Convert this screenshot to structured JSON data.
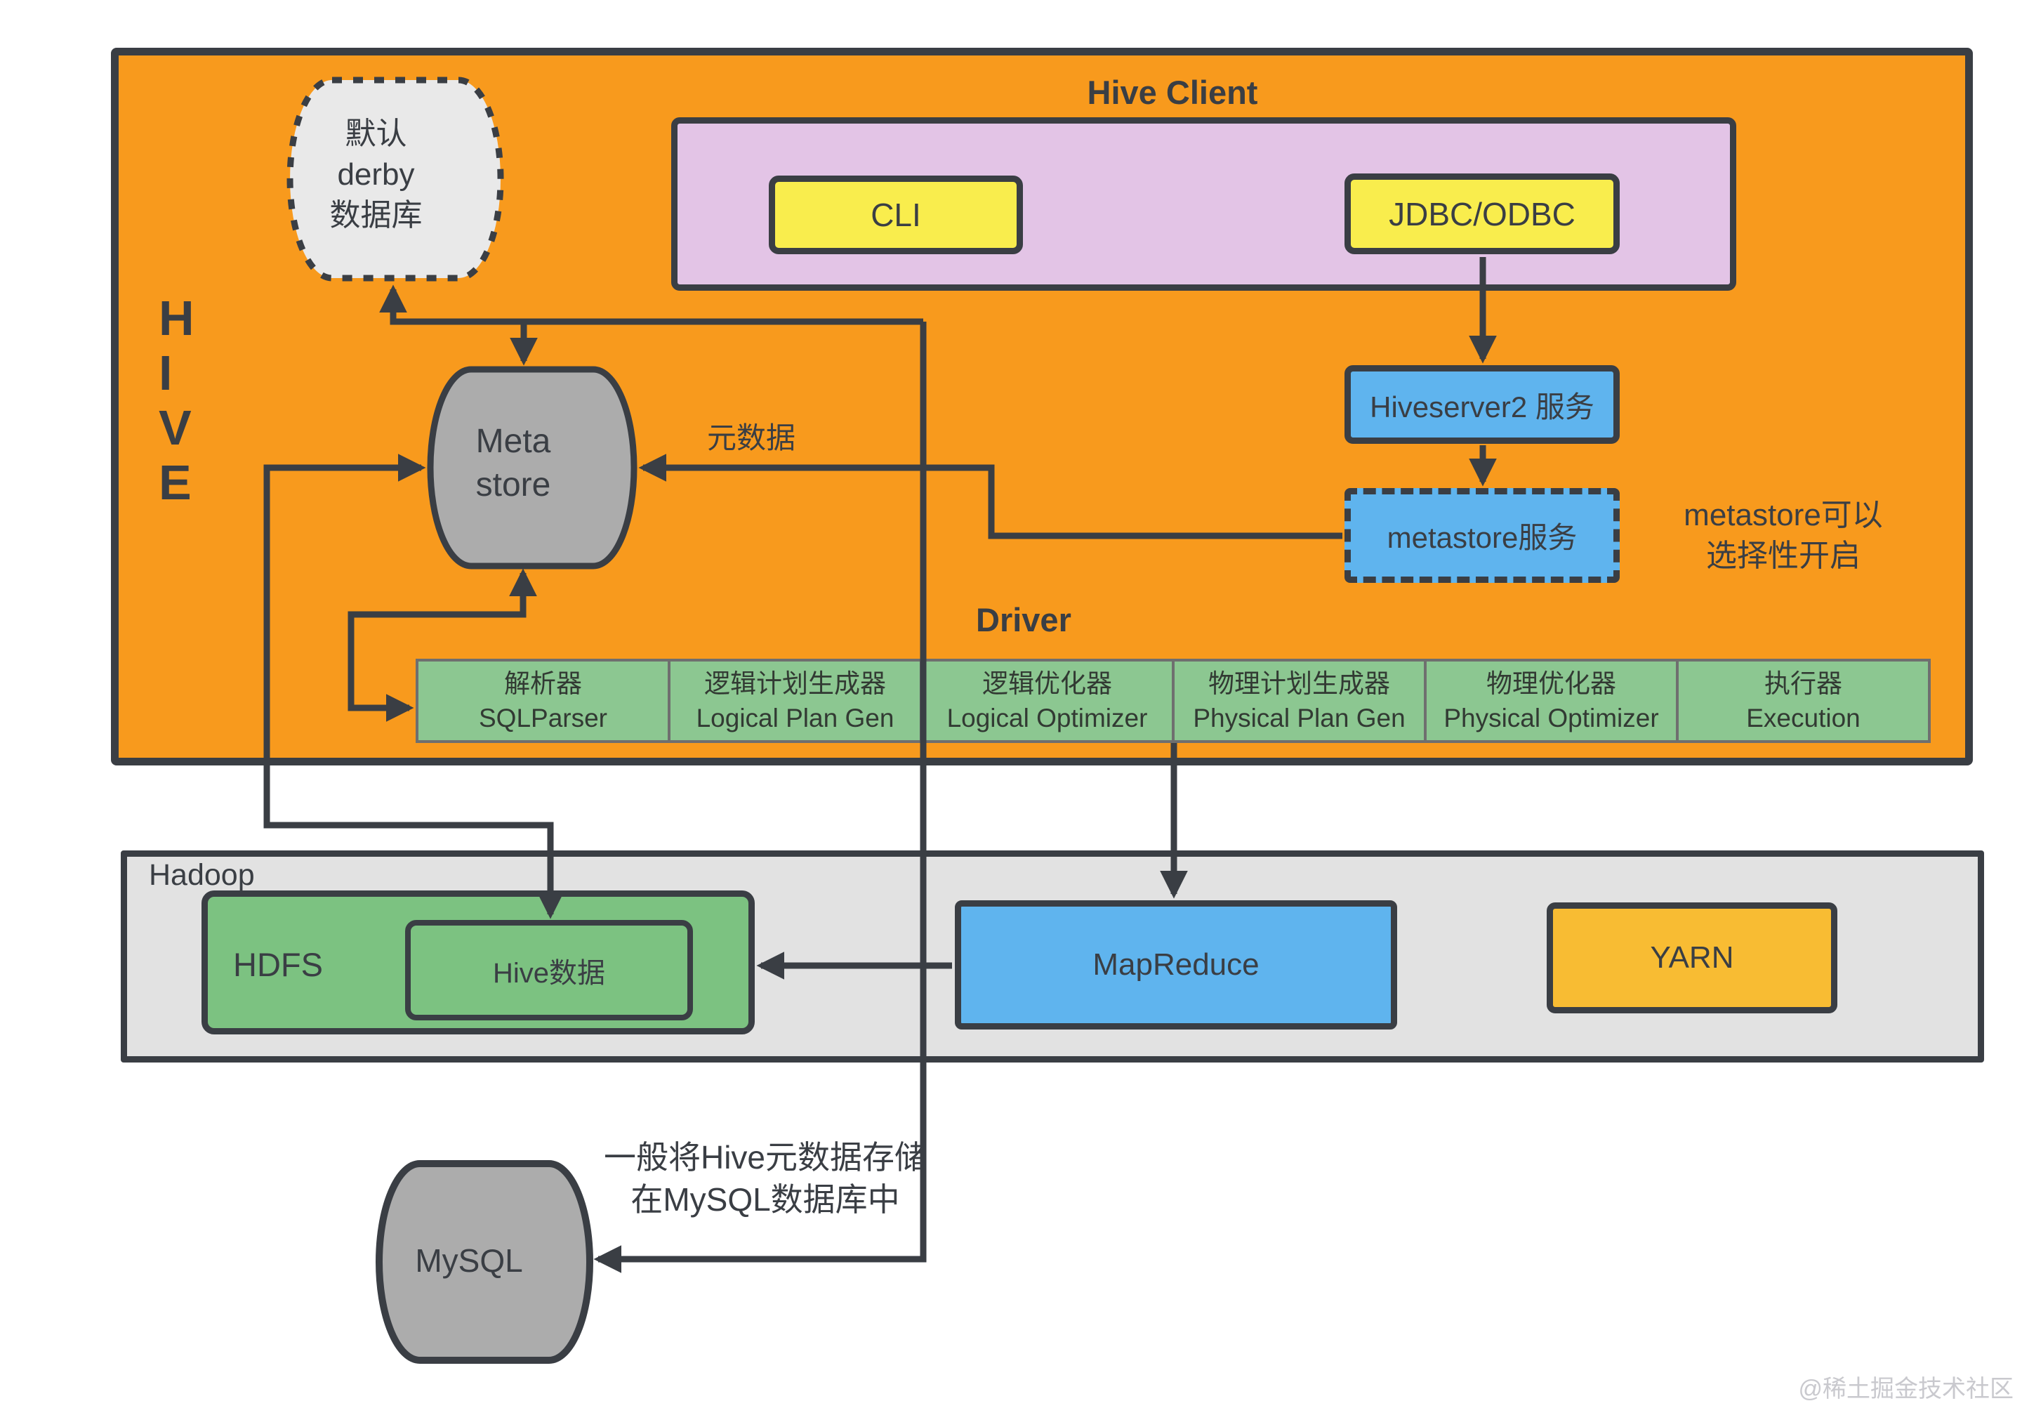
{
  "hive": {
    "title_letters": [
      "H",
      "I",
      "V",
      "E"
    ]
  },
  "derby": {
    "line1": "默认",
    "line2": "derby",
    "line3": "数据库"
  },
  "client": {
    "title": "Hive Client",
    "cli": "CLI",
    "jdbc": "JDBC/ODBC"
  },
  "metastore": {
    "line1": "Meta",
    "line2": "store"
  },
  "labels": {
    "metadata": "元数据",
    "driver": "Driver"
  },
  "services": {
    "hiveserver2": "Hiveserver2 服务",
    "metastore_service": "metastore服务",
    "note_line1": "metastore可以",
    "note_line2": "选择性开启"
  },
  "driver_cells": [
    {
      "cn": "解析器",
      "en": "SQLParser"
    },
    {
      "cn": "逻辑计划生成器",
      "en": "Logical Plan Gen"
    },
    {
      "cn": "逻辑优化器",
      "en": "Logical Optimizer"
    },
    {
      "cn": "物理计划生成器",
      "en": "Physical Plan Gen"
    },
    {
      "cn": "物理优化器",
      "en": "Physical Optimizer"
    },
    {
      "cn": "执行器",
      "en": "Execution"
    }
  ],
  "hadoop": {
    "title": "Hadoop",
    "hdfs": "HDFS",
    "hive_data": "Hive数据",
    "mapreduce": "MapReduce",
    "yarn": "YARN"
  },
  "mysql": {
    "label": "MySQL",
    "note_line1": "一般将Hive元数据存储",
    "note_line2": "在MySQL数据库中"
  },
  "watermark": "@稀土掘金技术社区",
  "colors": {
    "hive_container": "#F89A1D",
    "client_container": "#E3C4E6",
    "client_boxes": "#F9ED4D",
    "service_boxes": "#5FB4EE",
    "driver_cells": "#8CC791",
    "hadoop_container": "#E2E2E2",
    "hdfs_green": "#7CC281",
    "yarn_yellow": "#F8BC33",
    "cylinder_gray": "#ACACAC",
    "derby_gray": "#E9E9E9",
    "line_ink": "#3A3E44"
  }
}
